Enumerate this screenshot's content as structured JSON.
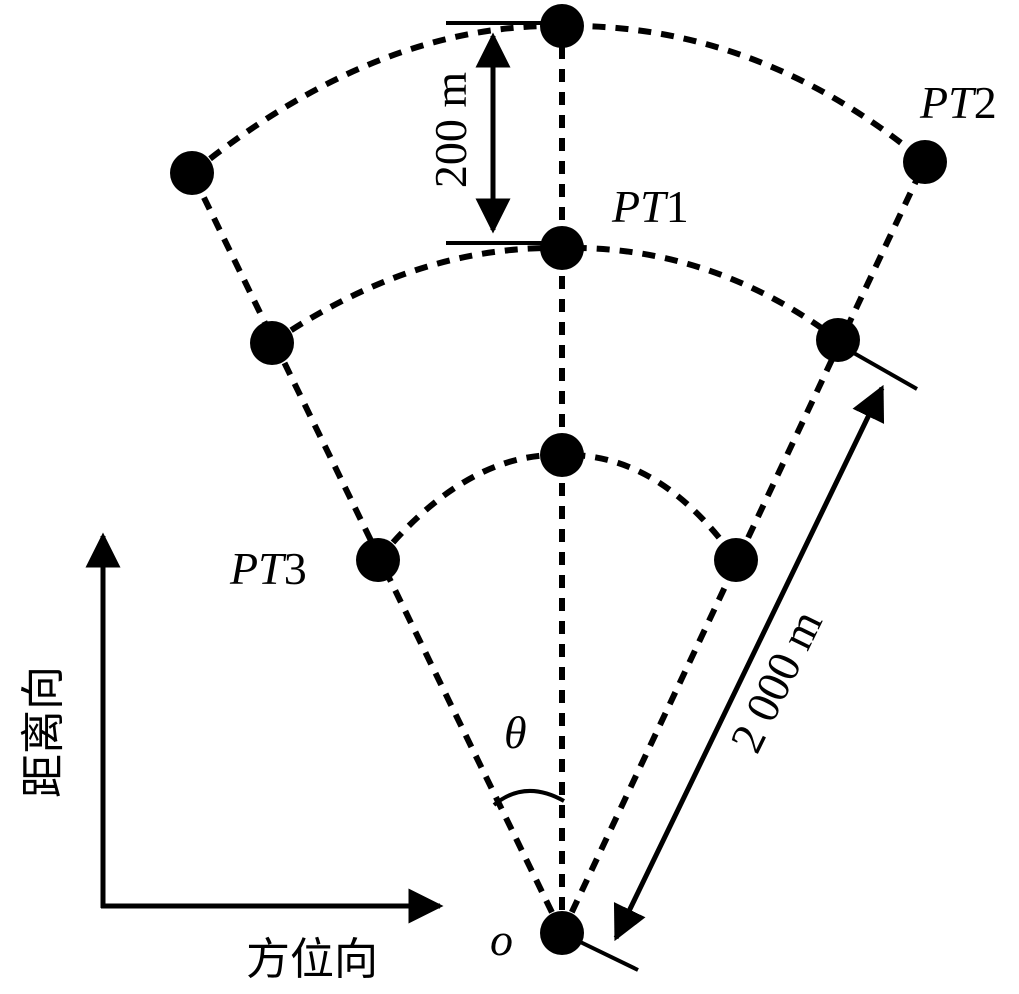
{
  "labels": {
    "pt1": {
      "main": "PT",
      "sub": "1"
    },
    "pt2": {
      "main": "PT",
      "sub": "2"
    },
    "pt3": {
      "main": "PT",
      "sub": "3"
    },
    "origin": "o",
    "angle": "θ",
    "dist_200": "200 m",
    "dist_2000": "2 000 m",
    "range_axis": "距离向",
    "azimuth_axis": "方位向"
  },
  "colors": {
    "ink": "#000000",
    "background": "#ffffff"
  }
}
